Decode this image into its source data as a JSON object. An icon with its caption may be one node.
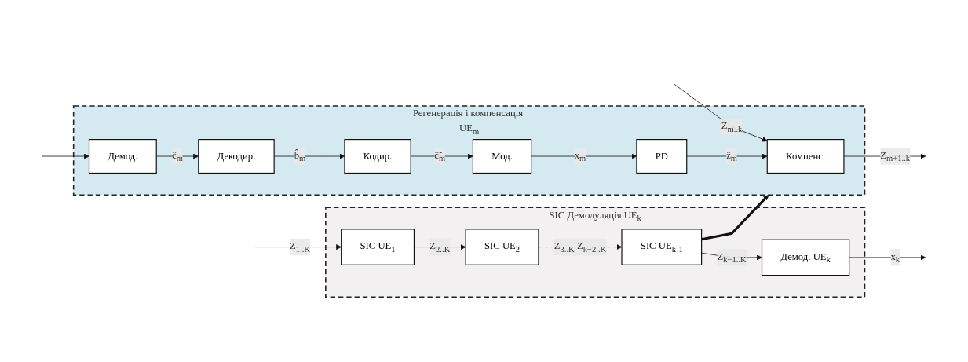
{
  "diagram": {
    "nodes": [
      {
        "text": [
          "SIC Демодуляція UE$_{k}$"
        ]
      },
      {
        "text": [
          "SIC UE$_{1}$"
        ],
        "in": 0
      },
      {
        "text": [
          "SIC UE$_{2}$"
        ],
        "in": 0
      },
      {
        "text": [
          "SIC UE$_{k-1}$"
        ],
        "in": 0
      },
      {
        "text": [
          "Демод. UE$_{k}$"
        ],
        "in": 0
      },
      {
        "text": [
          "Регенерація і компенсація UE$_{m}$"
        ]
      },
      {
        "text": [
          "Компенс."
        ],
        "in": 5
      },
      {
        "text": [
          "Демод."
        ],
        "in": 5
      },
      {
        "text": [
          "Декодир."
        ],
        "in": 5
      },
      {
        "text": [
          "Кодир."
        ],
        "in": 5
      },
      {
        "text": [
          "Мод."
        ],
        "in": 5
      },
      {
        "text": [
          "PD"
        ],
        "in": 5
      }
    ],
    "edges": [
      {
        "from": null,
        "to": 1,
        "arrow": "to",
        "label": "Z$_{1..K}$"
      },
      {
        "from": 1,
        "to": 2,
        "arrow": "to",
        "label": "Z$_{2..K}$"
      },
      {
        "from": 2,
        "to": 3,
        "arrow": "to",
        "label": "Z$_{3..K}$ Z$_{k−2..K}$",
        "style": "dashed"
      },
      {
        "from": 3,
        "to": 4,
        "arrow": "to",
        "label": "Z$_{k−1..K}$"
      },
      {
        "from": 4,
        "to": null,
        "arrow": "to",
        "label": "x$_{k}$"
      },
      {
        "from": 3,
        "to": 5,
        "arrow": "to",
        "style": "thick"
      },
      {
        "from": null,
        "to": 6,
        "arrow": "to",
        "label": "Z$_{m..k}$"
      },
      {
        "from": null,
        "to": 7,
        "arrow": "to"
      },
      {
        "from": 6,
        "to": null,
        "arrow": "to",
        "label": "Z$_{m+1..k}$"
      },
      {
        "from": 7,
        "to": 8,
        "arrow": "to",
        "label": "ĉ$_{m}$"
      },
      {
        "from": 8,
        "to": 9,
        "arrow": "to",
        "label": "b̂$_{m}$"
      },
      {
        "from": 9,
        "to": 10,
        "arrow": "to",
        "label": "ĉ̃$_{m}$"
      },
      {
        "from": 10,
        "to": 11,
        "arrow": "to",
        "label": "x$_{m}$"
      },
      {
        "from": 11,
        "to": 6,
        "arrow": "to",
        "label": "ẑ$_{m}$"
      }
    ]
  }
}
